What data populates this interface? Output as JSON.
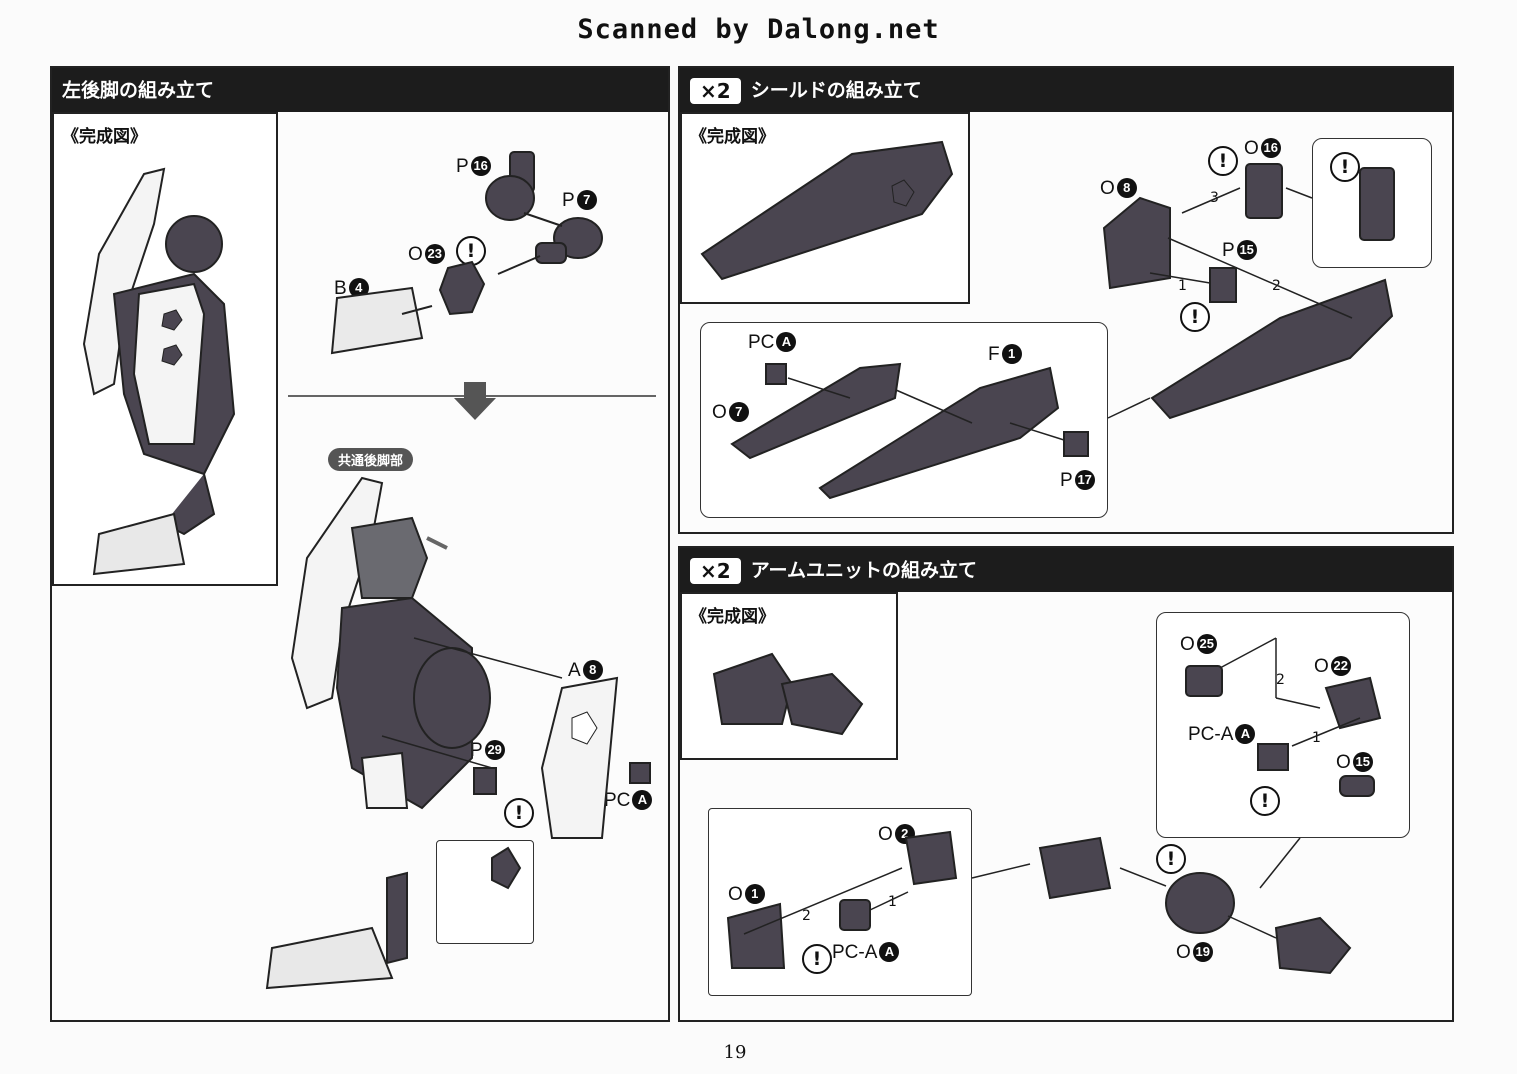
{
  "watermark": "Scanned by Dalong.net",
  "page_number": "19",
  "left_section": {
    "title": "左後脚の組み立て",
    "completed_label": "《完成図》",
    "common_part_tag": "共通後脚部",
    "parts": {
      "p16": {
        "letter": "P",
        "num": "16"
      },
      "p7": {
        "letter": "P",
        "num": "7"
      },
      "o23": {
        "letter": "O",
        "num": "23"
      },
      "b4": {
        "letter": "B",
        "num": "4"
      },
      "a8": {
        "letter": "A",
        "num": "8"
      },
      "p29": {
        "letter": "P",
        "num": "29"
      },
      "pca": {
        "letter": "PC",
        "num": "A"
      }
    },
    "warning_symbol": "!"
  },
  "shield_section": {
    "multiplier": "×2",
    "title": "シールドの組み立て",
    "completed_label": "《完成図》",
    "parts": {
      "o16": {
        "letter": "O",
        "num": "16"
      },
      "o8": {
        "letter": "O",
        "num": "8"
      },
      "p15": {
        "letter": "P",
        "num": "15"
      },
      "pca": {
        "letter": "PC",
        "num": "A"
      },
      "f1": {
        "letter": "F",
        "num": "1"
      },
      "o7": {
        "letter": "O",
        "num": "7"
      },
      "p17": {
        "letter": "P",
        "num": "17"
      }
    },
    "steps": [
      "1",
      "2",
      "3"
    ]
  },
  "arm_section": {
    "multiplier": "×2",
    "title": "アームユニットの組み立て",
    "completed_label": "《完成図》",
    "parts": {
      "o25": {
        "letter": "O",
        "num": "25"
      },
      "o22": {
        "letter": "O",
        "num": "22"
      },
      "pca_top": {
        "letter": "PC-A",
        "num": "A"
      },
      "o15": {
        "letter": "O",
        "num": "15"
      },
      "o2": {
        "letter": "O",
        "num": "2"
      },
      "o1": {
        "letter": "O",
        "num": "1"
      },
      "pca_bottom": {
        "letter": "PC-A",
        "num": "A"
      },
      "o19": {
        "letter": "O",
        "num": "19"
      }
    },
    "steps": [
      "1",
      "2"
    ]
  },
  "colors": {
    "header_bar": "#1c1c1c",
    "part_dark": "#4a4550",
    "part_light": "#f4f4f4"
  }
}
